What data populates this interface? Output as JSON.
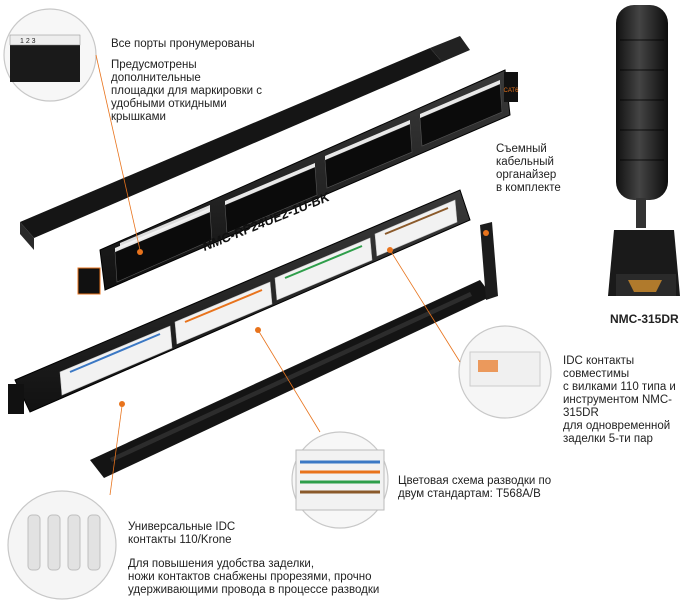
{
  "colors": {
    "accent": "#e8731c",
    "panel": "#1c1c1c",
    "panel_edge": "#333333",
    "idc_white": "#f2f2f2",
    "tool_body": "#222222"
  },
  "annotations": {
    "ports_numbered": "Все порты пронумерованы",
    "marking_pads": [
      "Предусмотрены дополнительные",
      "площадки для маркировки с",
      "удобными откидными",
      "крышками"
    ],
    "cable_organizer": [
      "Съемный",
      "кабельный",
      "органайзер",
      "в комплекте"
    ],
    "idc_compat": [
      "IDC контакты совместимы",
      "с вилками 110 типа и",
      "инструментом NMC-315DR",
      "для одновременной",
      "заделки 5-ти пар"
    ],
    "color_scheme": [
      "Цветовая схема разводки по",
      "двум стандартам: T568A/B"
    ],
    "universal_idc": [
      "Универсальные IDC",
      "контакты 110/Krone"
    ],
    "knife_slots": [
      "Для повышения удобства заделки,",
      "ножи контактов снабжены прорезями, прочно",
      "удерживающими провода в процессе разводки"
    ]
  },
  "product": {
    "panel_model": "NMC-RP24UE2-1U-BK",
    "tool_model": "NMC-315DR",
    "cat_badge": "CAT6"
  }
}
